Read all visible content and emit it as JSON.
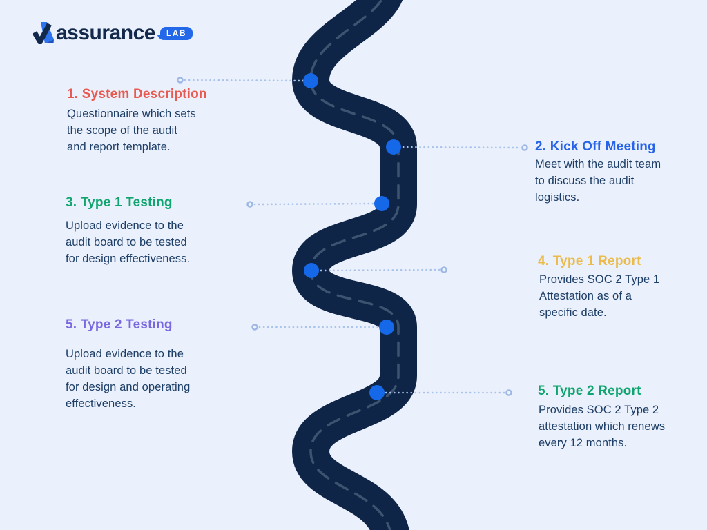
{
  "canvas": {
    "background": "#EAF0FC",
    "road_color": "#0F2547",
    "road_dash_color": "#3D5471",
    "milestone_dot_color": "#1568E8",
    "leader_dot_color": "#A9C3EA",
    "ring_stroke_color": "#9CB7E6"
  },
  "logo": {
    "brand": "assurance",
    "badge": "LAB",
    "icon": "check-wing-icon",
    "brand_color": "#12294B",
    "badge_bg": "#2268E8",
    "icon_blue": "#2E74EC"
  },
  "steps": [
    {
      "title": "1. System Description",
      "title_color": "#E85A50",
      "body": "Questionnaire which sets\nthe scope of the audit\nand report template.",
      "side": "left"
    },
    {
      "title": "2. Kick Off Meeting",
      "title_color": "#2764E7",
      "body": "Meet with the audit team\nto discuss the audit\nlogistics.",
      "side": "right"
    },
    {
      "title": "3. Type 1 Testing",
      "title_color": "#10A56E",
      "body": "Upload evidence to the\naudit board to be tested\nfor design effectiveness.",
      "side": "left"
    },
    {
      "title": "4. Type 1 Report",
      "title_color": "#EBBB4B",
      "body": "Provides SOC 2 Type 1\nAttestation as of a\nspecific date.",
      "side": "right"
    },
    {
      "title": "5. Type 2 Testing",
      "title_color": "#7A68E0",
      "body": "Upload evidence to the\naudit board to be tested\nfor design and operating\neffectiveness.",
      "side": "left"
    },
    {
      "title": "5. Type 2 Report",
      "title_color": "#10A56E",
      "body": "Provides SOC 2 Type 2\nattestation which renews\nevery 12 months.",
      "side": "right"
    }
  ]
}
